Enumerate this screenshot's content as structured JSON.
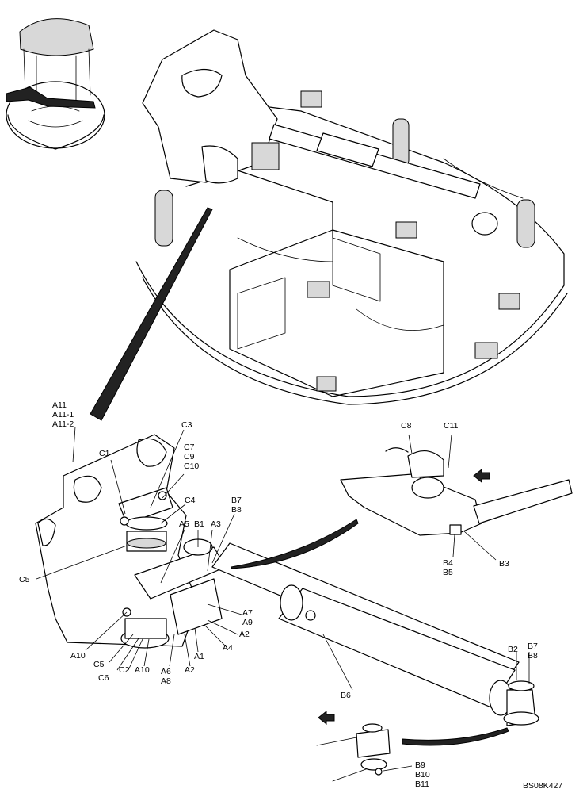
{
  "drawing_code": "BS08K427",
  "callouts": {
    "a11": [
      "A11",
      "A11-1",
      "A11-2"
    ],
    "c1": "C1",
    "c3": "C3",
    "c7_group": [
      "C7",
      "C9",
      "C10"
    ],
    "c4": "C4",
    "a5": "A5",
    "b1": "B1",
    "a3": "A3",
    "b7_b8_top": [
      "B7",
      "B8"
    ],
    "c5_left": "C5",
    "a7_a9": [
      "A7",
      "A9"
    ],
    "a2_right": "A2",
    "a4": "A4",
    "a10_left": "A10",
    "a1": "A1",
    "c5_bottom": "C5",
    "c6": "C6",
    "c2": "C2",
    "a10_bottom": "A10",
    "a6_a8": [
      "A6",
      "A8"
    ],
    "a2_bottom": "A2",
    "c8": "C8",
    "c11": "C11",
    "b4_b5": [
      "B4",
      "B5"
    ],
    "b3": "B3",
    "b6": "B6",
    "b2": "B2",
    "b7_b8_bottom": [
      "B7",
      "B8"
    ],
    "b9_b11": [
      "B9",
      "B10",
      "B11"
    ]
  }
}
